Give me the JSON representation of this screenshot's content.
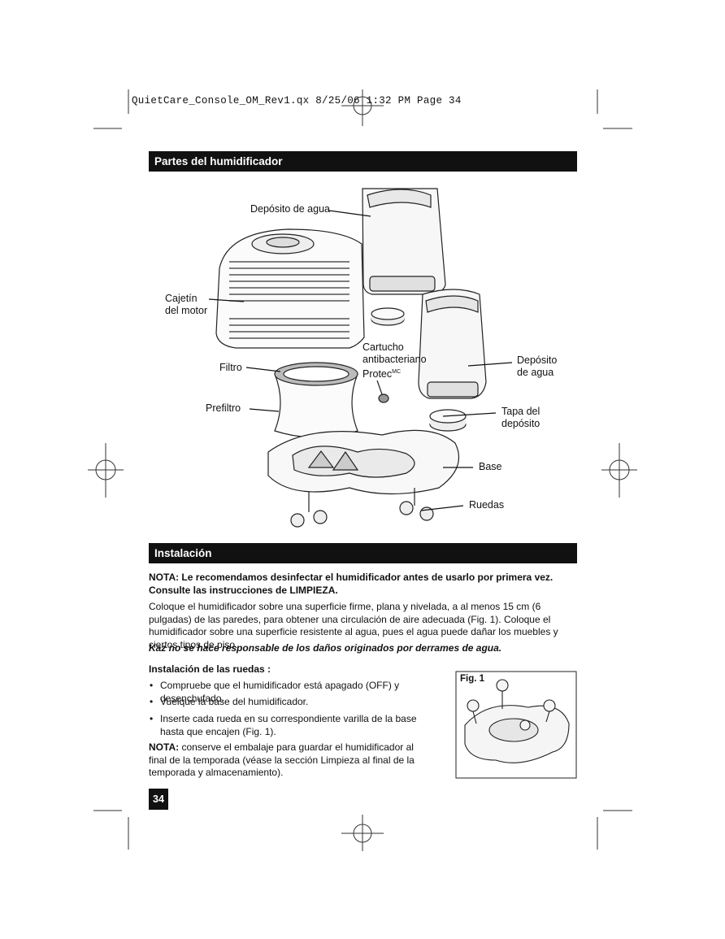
{
  "print_slug": "QuietCare_Console_OM_Rev1.qx  8/25/06  1:32 PM  Page 34",
  "sections": {
    "parts_title": "Partes del humidificador",
    "install_title": "Instalación"
  },
  "diagram_labels": {
    "water_tank_top": "Depósito de agua",
    "motor_housing_l1": "Cajetín",
    "motor_housing_l2": "del motor",
    "filter": "Filtro",
    "prefilter": "Prefiltro",
    "cartridge_l1": "Cartucho",
    "cartridge_l2": "antibacteriano",
    "cartridge_l3": "Protec",
    "cartridge_sup": "MC",
    "water_tank_right_l1": "Depósito",
    "water_tank_right_l2": "de agua",
    "tank_cap_l1": "Tapa del",
    "tank_cap_l2": "depósito",
    "base": "Base",
    "wheels": "Ruedas"
  },
  "installation": {
    "note_l1": "NOTA: Le recomendamos desinfectar el humidificador antes de usarlo por primera vez.",
    "note_l2": "Consulte las instrucciones de LIMPIEZA.",
    "para1": "Coloque el humidificador sobre una superficie firme, plana y nivelada, a al menos 15 cm (6 pulgadas) de las paredes, para obtener una circulación de aire adecuada (Fig. 1). Coloque el humidificador sobre una superficie resistente al agua, pues el agua puede dañar los muebles y ciertos tipos de piso.",
    "disclaimer": "Kaz no se hace responsable de los daños originados por derrames de agua.",
    "wheels_heading": "Instalación de las ruedas :",
    "bullets": [
      "Compruebe que el humidificador está apagado (OFF) y desenchufado.",
      "Vuelque la base del humidificador.",
      "Inserte cada rueda en su correspondiente varilla de la base hasta que encajen (Fig. 1)."
    ],
    "bullet_symbol": "•",
    "final_note_label": "NOTA:",
    "final_note_text": " conserve el embalaje para guardar el humidificador al final de la temporada (véase la sección Limpieza al final de la temporada y almacenamiento).",
    "fig_label": "Fig. 1"
  },
  "page_number": "34"
}
